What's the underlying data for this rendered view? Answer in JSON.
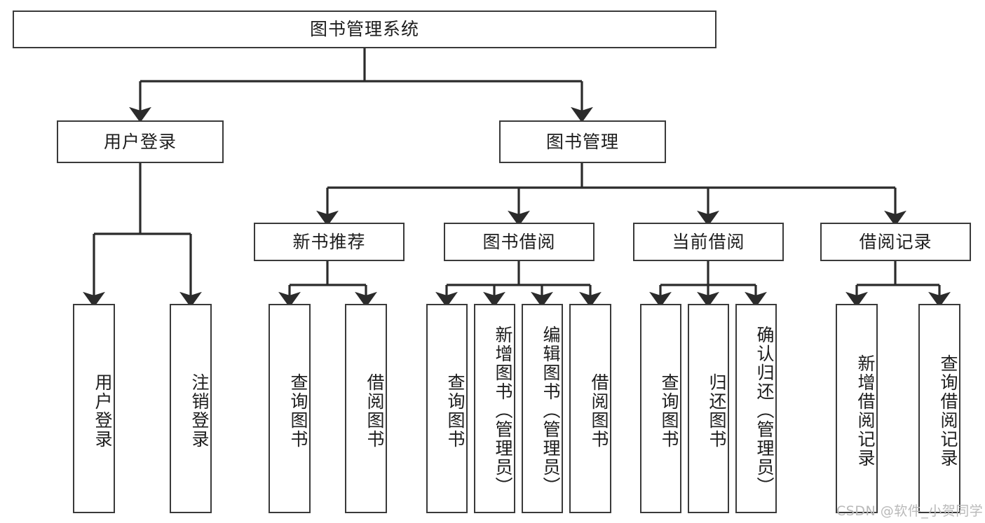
{
  "diagram": {
    "title": "图书管理系统",
    "type": "hierarchy-tree",
    "root": {
      "id": "root",
      "label": "图书管理系统",
      "orientation": "horizontal"
    },
    "level2": [
      {
        "id": "user-login",
        "label": "用户登录",
        "orientation": "horizontal"
      },
      {
        "id": "book-management",
        "label": "图书管理",
        "orientation": "horizontal"
      }
    ],
    "level3": [
      {
        "id": "new-book-recommend",
        "label": "新书推荐",
        "orientation": "horizontal",
        "parent": "book-management"
      },
      {
        "id": "book-borrow",
        "label": "图书借阅",
        "orientation": "horizontal",
        "parent": "book-management"
      },
      {
        "id": "current-borrow",
        "label": "当前借阅",
        "orientation": "horizontal",
        "parent": "book-management"
      },
      {
        "id": "borrow-record",
        "label": "借阅记录",
        "orientation": "horizontal",
        "parent": "book-management"
      }
    ],
    "leaves": [
      {
        "id": "leaf-user-login",
        "label": "用户登录",
        "parent": "user-login",
        "orientation": "vertical"
      },
      {
        "id": "leaf-user-logout",
        "label": "注销登录",
        "parent": "user-login",
        "orientation": "vertical"
      },
      {
        "id": "leaf-query-book-1",
        "label": "查询图书",
        "parent": "new-book-recommend",
        "orientation": "vertical"
      },
      {
        "id": "leaf-borrow-book-1",
        "label": "借阅图书",
        "parent": "new-book-recommend",
        "orientation": "vertical"
      },
      {
        "id": "leaf-query-book-2",
        "label": "查询图书",
        "parent": "book-borrow",
        "orientation": "vertical"
      },
      {
        "id": "leaf-add-book",
        "label": "新增图书（管理员）",
        "parent": "book-borrow",
        "orientation": "vertical"
      },
      {
        "id": "leaf-edit-book",
        "label": "编辑图书（管理员）",
        "parent": "book-borrow",
        "orientation": "vertical"
      },
      {
        "id": "leaf-borrow-book-2",
        "label": "借阅图书",
        "parent": "book-borrow",
        "orientation": "vertical"
      },
      {
        "id": "leaf-query-book-3",
        "label": "查询图书",
        "parent": "current-borrow",
        "orientation": "vertical"
      },
      {
        "id": "leaf-return-book",
        "label": "归还图书",
        "parent": "current-borrow",
        "orientation": "vertical"
      },
      {
        "id": "leaf-confirm-return",
        "label": "确认归还（管理员）",
        "parent": "current-borrow",
        "orientation": "vertical"
      },
      {
        "id": "leaf-add-borrow-record",
        "label": "新增借阅记录",
        "parent": "borrow-record",
        "orientation": "vertical"
      },
      {
        "id": "leaf-query-borrow-record",
        "label": "查询借阅记录",
        "parent": "borrow-record",
        "orientation": "vertical"
      }
    ],
    "watermark": "CSDN @软件_小贺同学",
    "colors": {
      "border": "#3a3a3a",
      "connector": "#2b2b2b",
      "background": "#ffffff",
      "text": "#1d1d1d",
      "watermark": "#b9b9b9"
    }
  }
}
